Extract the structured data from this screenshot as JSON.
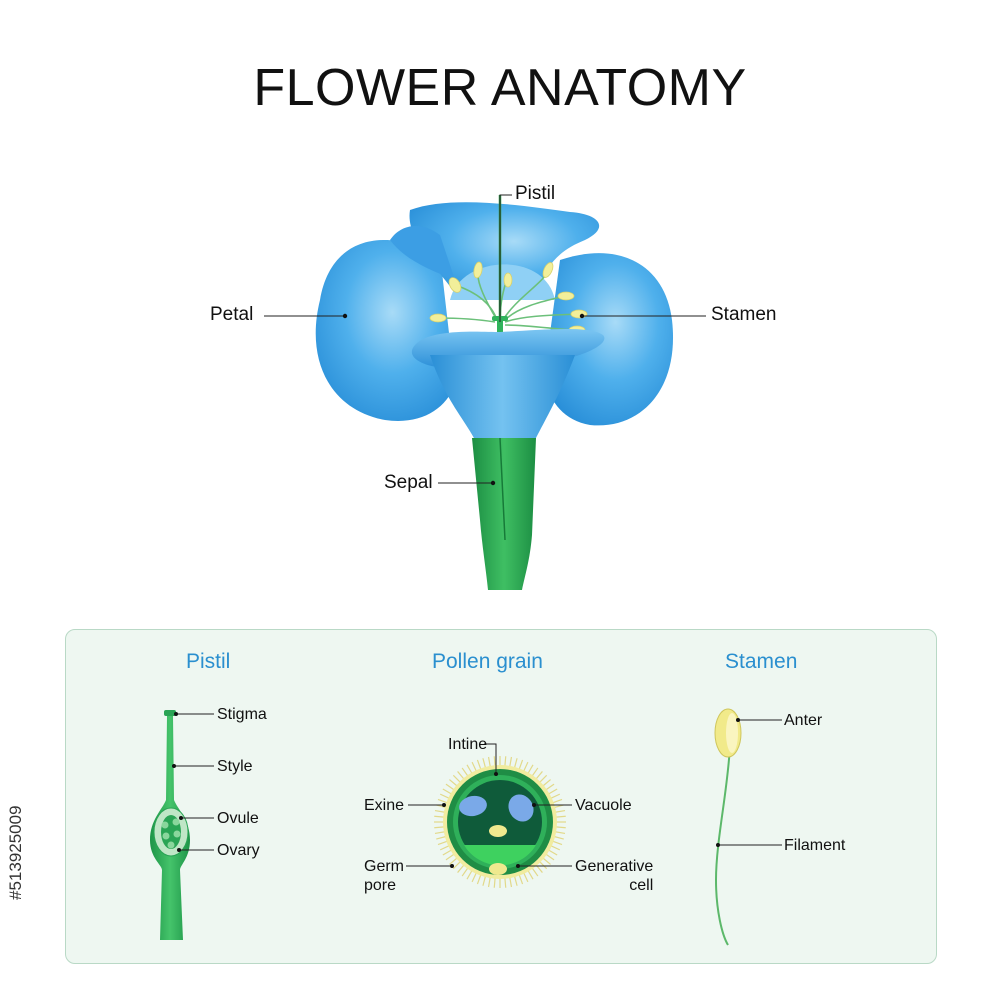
{
  "title": "FLOWER ANATOMY",
  "flower": {
    "pistil": "Pistil",
    "petal": "Petal",
    "stamen": "Stamen",
    "sepal": "Sepal"
  },
  "panel": {
    "pistil": {
      "heading": "Pistil",
      "stigma": "Stigma",
      "style": "Style",
      "ovule": "Ovule",
      "ovary": "Ovary"
    },
    "pollen": {
      "heading": "Pollen grain",
      "intine": "Intine",
      "exine": "Exine",
      "vacuole": "Vacuole",
      "germ_line1": "Germ",
      "germ_line2": "pore",
      "gen_line1": "Generative",
      "gen_line2": "cell"
    },
    "stamen": {
      "heading": "Stamen",
      "anter": "Anter",
      "filament": "Filament"
    }
  },
  "stock_id": "#513925009",
  "colors": {
    "petal": "#3aa0e6",
    "petal_light": "#9fd3f4",
    "sepal": "#1f9a4a",
    "anther": "#f3ef9c",
    "heading": "#2a8fcf",
    "panel_bg": "#eef7f1"
  }
}
